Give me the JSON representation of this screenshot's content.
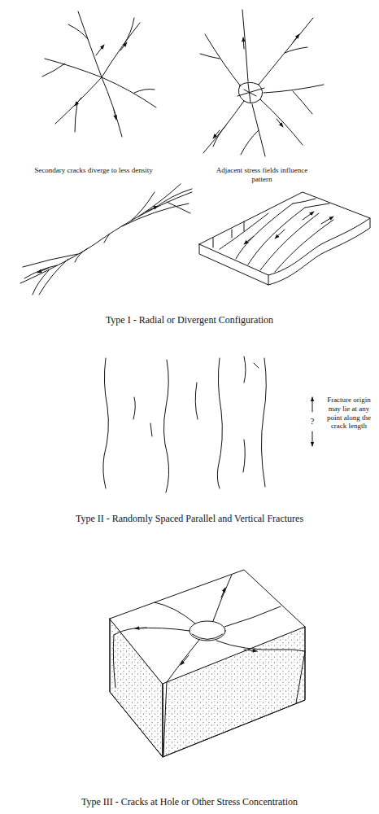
{
  "diagram": {
    "labels": [
      "Secondary cracks diverge to less density",
      "Adjacent stress fields influence pattern",
      "Type I - Radial or Divergent Configuration",
      "?",
      "Fracture origin may lie at any point along the crack length",
      "Type II - Randomly Spaced Parallel and Vertical Fractures",
      "Type III - Cracks at Hole or Other Stress Concentration"
    ]
  }
}
